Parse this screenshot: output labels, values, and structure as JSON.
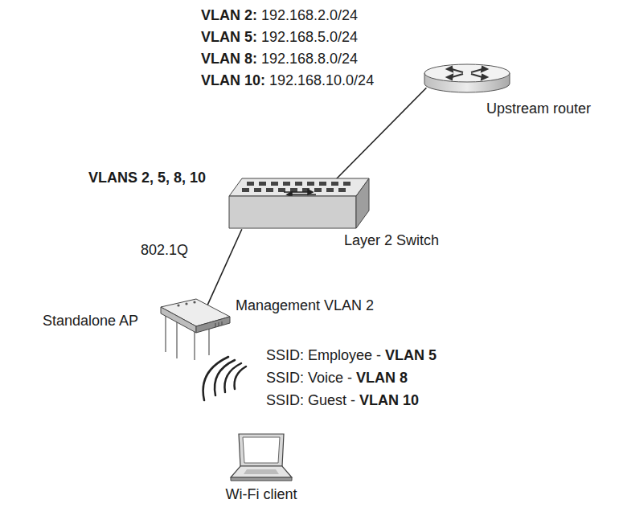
{
  "diagram": {
    "nodes": [
      {
        "text": [
          "Upstream router"
        ]
      },
      {
        "text": [
          "Layer 2 Switch"
        ]
      },
      {
        "text": [
          "Standalone AP",
          "Management VLAN 2"
        ]
      },
      {
        "text": [
          "Wi-Fi client"
        ]
      }
    ],
    "edges": [
      {
        "from": 0,
        "to": 1,
        "arrow": "none"
      },
      {
        "from": 1,
        "to": 2,
        "label": "802.1Q",
        "arrow": "none"
      }
    ],
    "labels": [
      "VLAN 2:",
      "192.168.2.0/24",
      "VLAN 5:",
      "192.168.5.0/24",
      "VLAN 8:",
      "192.168.8.0/24",
      "VLAN 10:",
      "192.168.10.0/24",
      "VLANS 2, 5, 8, 10",
      "SSID: Employee -",
      "VLAN 5",
      "SSID: Voice -",
      "VLAN 8",
      "SSID: Guest -",
      "VLAN 10"
    ]
  }
}
